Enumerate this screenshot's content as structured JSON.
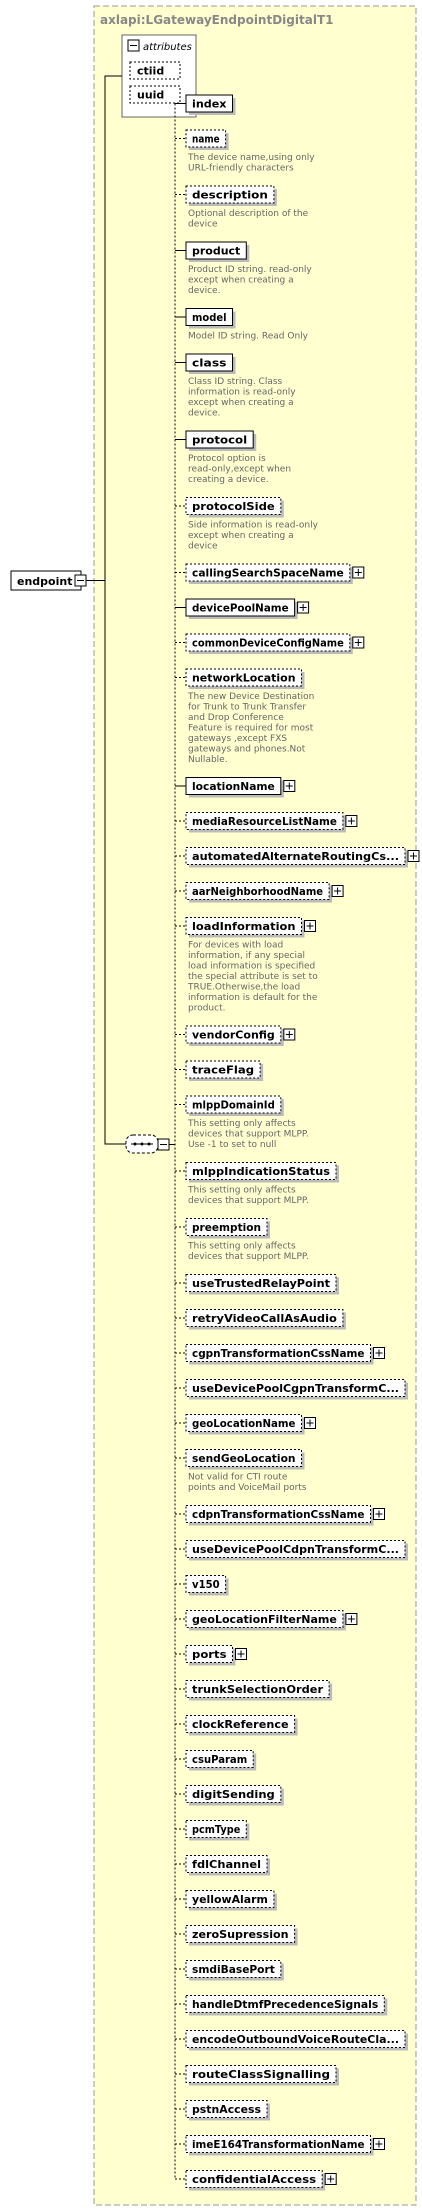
{
  "diagram": {
    "container_title": "axlapi:LGatewayEndpointDigitalT1",
    "root_element": "endpoint",
    "attributes_title": "attributes",
    "attributes": [
      "ctiid",
      "uuid"
    ],
    "elements": [
      {
        "name": "index",
        "optional": false,
        "expandable": false,
        "doc": []
      },
      {
        "name": "name",
        "optional": true,
        "expandable": false,
        "doc": [
          "The device name,using only",
          "URL-friendly characters"
        ]
      },
      {
        "name": "description",
        "optional": true,
        "expandable": false,
        "doc": [
          "Optional description of the",
          "device"
        ]
      },
      {
        "name": "product",
        "optional": false,
        "expandable": false,
        "doc": [
          "Product ID string. read-only",
          "except when creating a",
          "device."
        ]
      },
      {
        "name": "model",
        "optional": false,
        "expandable": false,
        "doc": [
          "Model ID string. Read Only"
        ]
      },
      {
        "name": "class",
        "optional": false,
        "expandable": false,
        "doc": [
          "Class ID string. Class",
          "information is read-only",
          "except when creating a",
          "device."
        ]
      },
      {
        "name": "protocol",
        "optional": false,
        "expandable": false,
        "doc": [
          "Protocol option is",
          "read-only,except when",
          "creating a device."
        ]
      },
      {
        "name": "protocolSide",
        "optional": true,
        "expandable": false,
        "doc": [
          "Side information is read-only",
          "except when creating a",
          "device"
        ]
      },
      {
        "name": "callingSearchSpaceName",
        "optional": true,
        "expandable": true,
        "doc": []
      },
      {
        "name": "devicePoolName",
        "optional": false,
        "expandable": true,
        "doc": []
      },
      {
        "name": "commonDeviceConfigName",
        "optional": true,
        "expandable": true,
        "doc": []
      },
      {
        "name": "networkLocation",
        "optional": true,
        "expandable": false,
        "doc": [
          "The new Device Destination",
          "for Trunk to Trunk Transfer",
          "and Drop Conference",
          "Feature is required for most",
          "gateways ,except FXS",
          "gateways and phones.Not",
          "Nullable."
        ]
      },
      {
        "name": "locationName",
        "optional": false,
        "expandable": true,
        "doc": []
      },
      {
        "name": "mediaResourceListName",
        "optional": true,
        "expandable": true,
        "doc": []
      },
      {
        "name": "automatedAlternateRoutingCs...",
        "optional": true,
        "expandable": true,
        "doc": []
      },
      {
        "name": "aarNeighborhoodName",
        "optional": true,
        "expandable": true,
        "doc": []
      },
      {
        "name": "loadInformation",
        "optional": true,
        "expandable": true,
        "doc": [
          "For devices with load",
          "information, if any special",
          "load information is specified",
          "the special attribute is set to",
          "TRUE.Otherwise,the load",
          "information is default for the",
          "product."
        ]
      },
      {
        "name": "vendorConfig",
        "optional": true,
        "expandable": true,
        "doc": []
      },
      {
        "name": "traceFlag",
        "optional": true,
        "expandable": false,
        "doc": []
      },
      {
        "name": "mlppDomainId",
        "optional": true,
        "expandable": false,
        "doc": [
          "This setting only affects",
          "devices that support MLPP.",
          "Use -1 to set to null"
        ]
      },
      {
        "name": "mlppIndicationStatus",
        "optional": true,
        "expandable": false,
        "doc": [
          "This setting only affects",
          "devices that support MLPP."
        ]
      },
      {
        "name": "preemption",
        "optional": true,
        "expandable": false,
        "doc": [
          "This setting only affects",
          "devices that support MLPP."
        ]
      },
      {
        "name": "useTrustedRelayPoint",
        "optional": true,
        "expandable": false,
        "doc": []
      },
      {
        "name": "retryVideoCallAsAudio",
        "optional": true,
        "expandable": false,
        "doc": []
      },
      {
        "name": "cgpnTransformationCssName",
        "optional": true,
        "expandable": true,
        "doc": []
      },
      {
        "name": "useDevicePoolCgpnTransformC...",
        "optional": true,
        "expandable": false,
        "doc": []
      },
      {
        "name": "geoLocationName",
        "optional": true,
        "expandable": true,
        "doc": []
      },
      {
        "name": "sendGeoLocation",
        "optional": true,
        "expandable": false,
        "doc": [
          "Not valid for CTI route",
          "points and VoiceMail ports"
        ]
      },
      {
        "name": "cdpnTransformationCssName",
        "optional": true,
        "expandable": true,
        "doc": []
      },
      {
        "name": "useDevicePoolCdpnTransformC...",
        "optional": true,
        "expandable": false,
        "doc": []
      },
      {
        "name": "v150",
        "optional": true,
        "expandable": false,
        "doc": []
      },
      {
        "name": "geoLocationFilterName",
        "optional": true,
        "expandable": true,
        "doc": []
      },
      {
        "name": "ports",
        "optional": true,
        "expandable": true,
        "doc": []
      },
      {
        "name": "trunkSelectionOrder",
        "optional": true,
        "expandable": false,
        "doc": []
      },
      {
        "name": "clockReference",
        "optional": true,
        "expandable": false,
        "doc": []
      },
      {
        "name": "csuParam",
        "optional": true,
        "expandable": false,
        "doc": []
      },
      {
        "name": "digitSending",
        "optional": true,
        "expandable": false,
        "doc": []
      },
      {
        "name": "pcmType",
        "optional": true,
        "expandable": false,
        "doc": []
      },
      {
        "name": "fdlChannel",
        "optional": true,
        "expandable": false,
        "doc": []
      },
      {
        "name": "yellowAlarm",
        "optional": true,
        "expandable": false,
        "doc": []
      },
      {
        "name": "zeroSupression",
        "optional": true,
        "expandable": false,
        "doc": []
      },
      {
        "name": "smdiBasePort",
        "optional": true,
        "expandable": false,
        "doc": []
      },
      {
        "name": "handleDtmfPrecedenceSignals",
        "optional": true,
        "expandable": false,
        "doc": []
      },
      {
        "name": "encodeOutboundVoiceRouteCla...",
        "optional": true,
        "expandable": false,
        "doc": []
      },
      {
        "name": "routeClassSignalling",
        "optional": true,
        "expandable": false,
        "doc": []
      },
      {
        "name": "pstnAccess",
        "optional": true,
        "expandable": false,
        "doc": []
      },
      {
        "name": "imeE164TransformationName",
        "optional": true,
        "expandable": true,
        "doc": []
      },
      {
        "name": "confidentialAccess",
        "optional": true,
        "expandable": true,
        "doc": []
      }
    ],
    "colors": {
      "container_fill": "#ffffd0",
      "element_fill": "#ffffd0",
      "border": "#999999",
      "doc_text": "#666666"
    }
  }
}
